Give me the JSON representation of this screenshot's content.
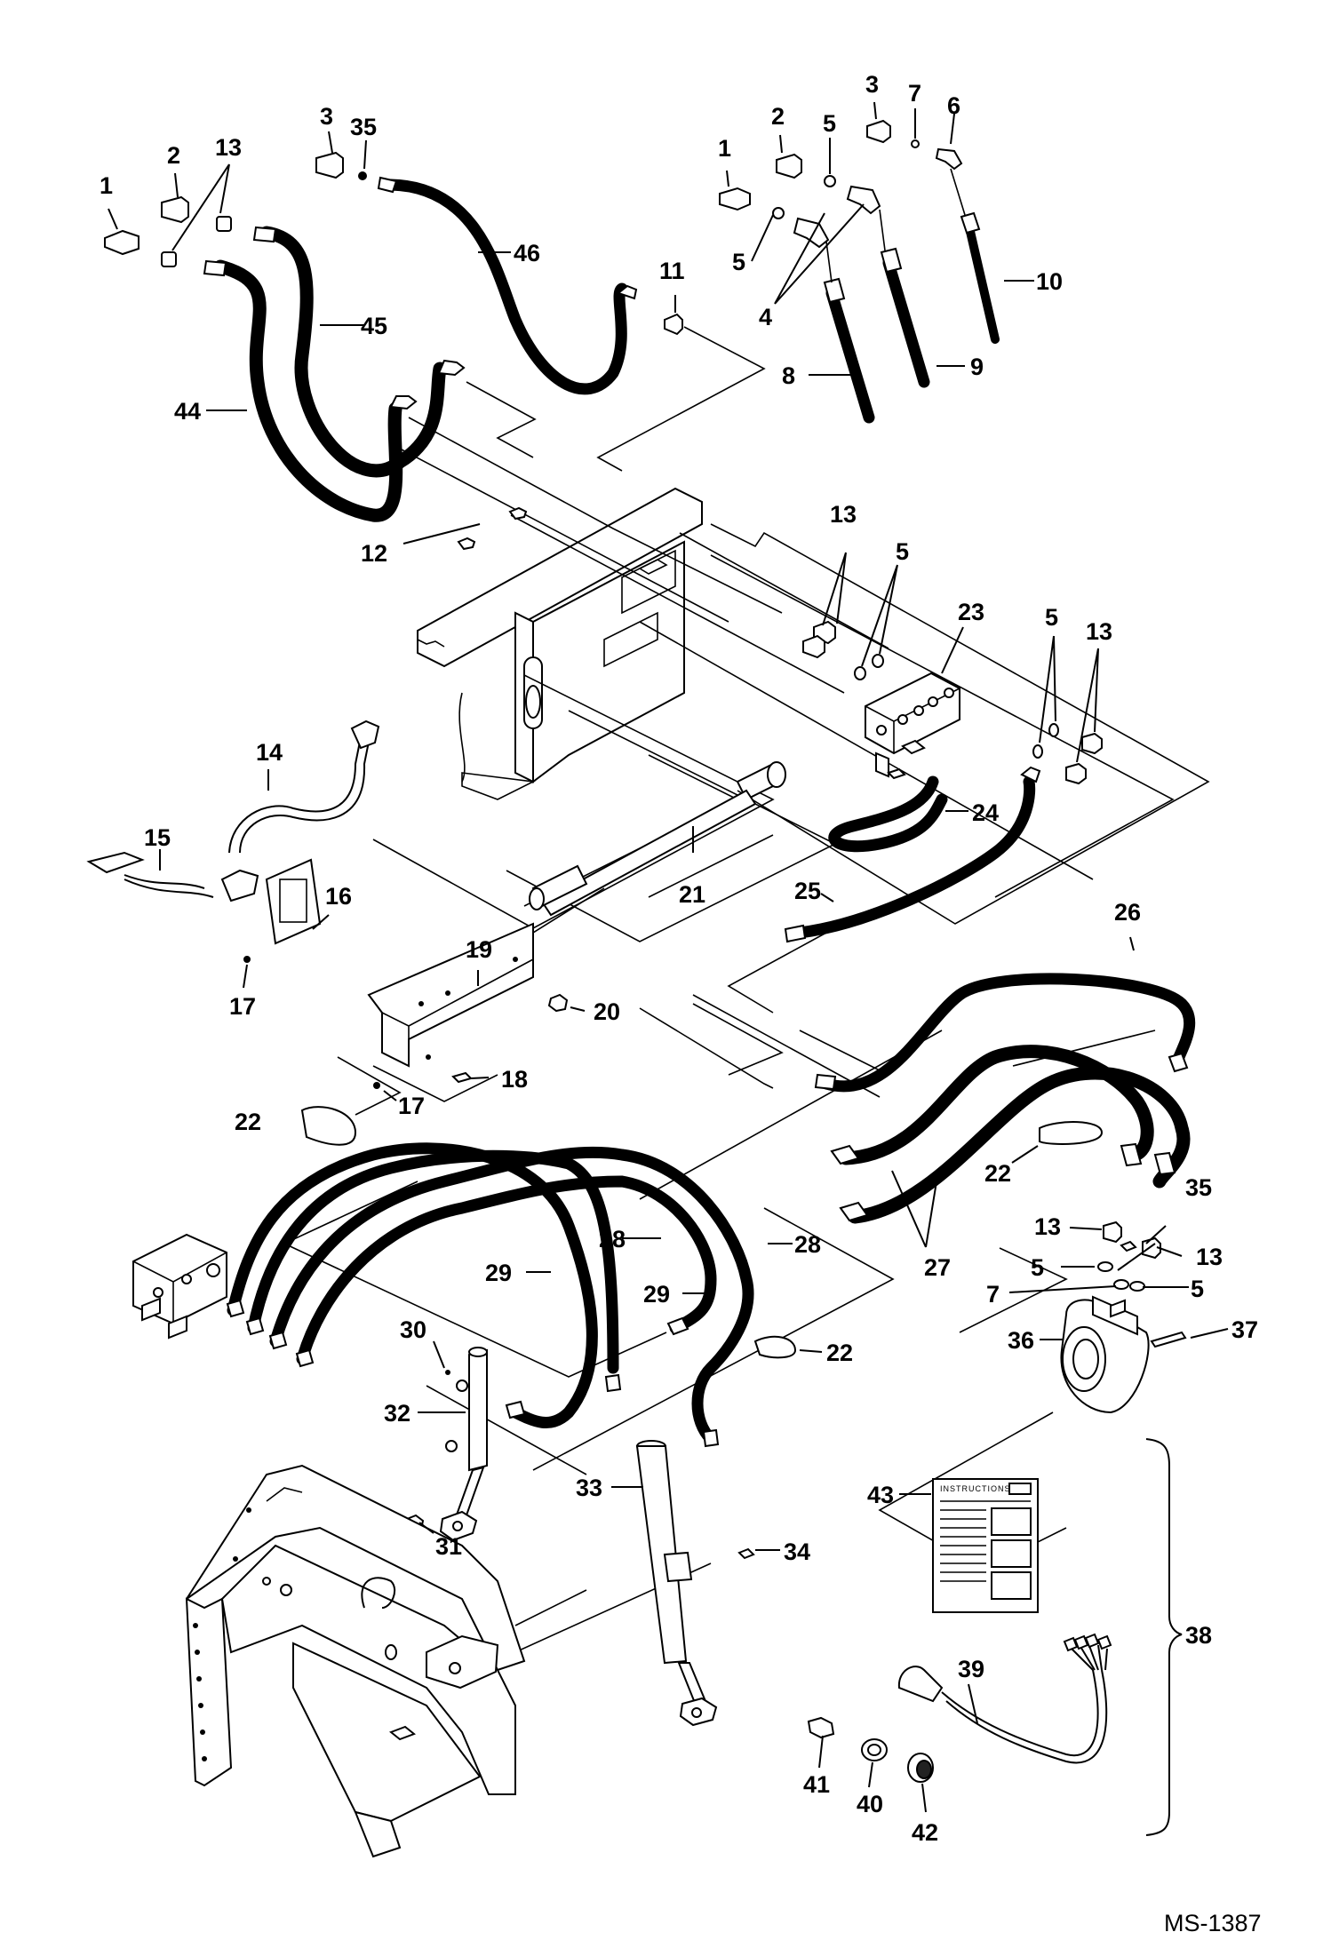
{
  "diagram": {
    "drawing_code": "MS-1387",
    "instruction_card_title": "INSTRUCTIONS",
    "callouts": {
      "c1a": "1",
      "c2a": "2",
      "c13a": "13",
      "c3a": "3",
      "c35a": "35",
      "c46": "46",
      "c45": "45",
      "c44": "44",
      "c11": "11",
      "c1b": "1",
      "c2b": "2",
      "c5a": "5",
      "c3b": "3",
      "c7a": "7",
      "c6": "6",
      "c5b": "5",
      "c4": "4",
      "c8": "8",
      "c9": "9",
      "c10": "10",
      "c12": "12",
      "c13b": "13",
      "c5c": "5",
      "c23": "23",
      "c5d": "5",
      "c13c": "13",
      "c14": "14",
      "c15": "15",
      "c16": "16",
      "c17a": "17",
      "c24": "24",
      "c21": "21",
      "c25": "25",
      "c19": "19",
      "c20": "20",
      "c18": "18",
      "c17b": "17",
      "c26": "26",
      "c22a": "22",
      "c22b": "22",
      "c35b": "35",
      "c13d": "13",
      "c13e": "13",
      "c5e": "5",
      "c5f": "5",
      "c7b": "7",
      "c27": "27",
      "c28a": "28",
      "c28b": "28",
      "c29a": "29",
      "c29b": "29",
      "c37": "37",
      "c36": "36",
      "c30": "30",
      "c22c": "22",
      "c32": "32",
      "c33": "33",
      "c31": "31",
      "c34": "34",
      "c43": "43",
      "c38": "38",
      "c39": "39",
      "c41": "41",
      "c40": "40",
      "c42": "42"
    }
  }
}
